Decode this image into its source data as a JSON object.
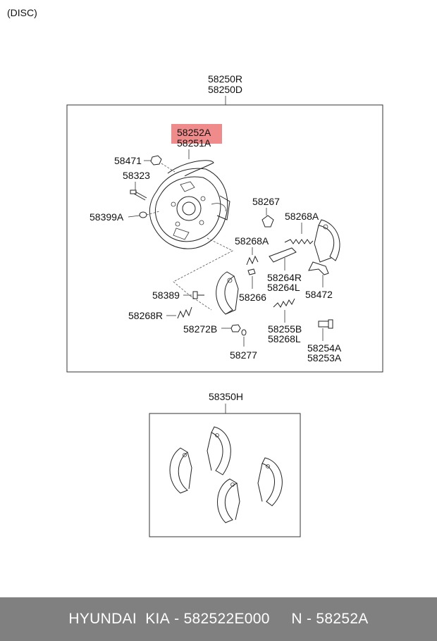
{
  "header_note": "(DISC)",
  "highlight_color": "#f08b8b",
  "footer": {
    "brand": "HYUNDAI  KIA",
    "part_number": "582522E000",
    "ref_number": "58252A",
    "background": "#808080"
  },
  "assembly": {
    "label_top": "58250R",
    "label_bottom": "58250D"
  },
  "kit": {
    "label": "58350H"
  },
  "callouts": {
    "p58252A": "58252A",
    "p58251A": "58251A",
    "p58471": "58471",
    "p58323": "58323",
    "p58399A": "58399A",
    "p58267": "58267",
    "p58268A_top": "58268A",
    "p58268A_mid": "58268A",
    "p58264R": "58264R",
    "p58264L": "58264L",
    "p58472": "58472",
    "p58389": "58389",
    "p58266": "58266",
    "p58268R": "58268R",
    "p58272B": "58272B",
    "p58255B": "58255B",
    "p58268L": "58268L",
    "p58277": "58277",
    "p58254A": "58254A",
    "p58253A": "58253A"
  }
}
